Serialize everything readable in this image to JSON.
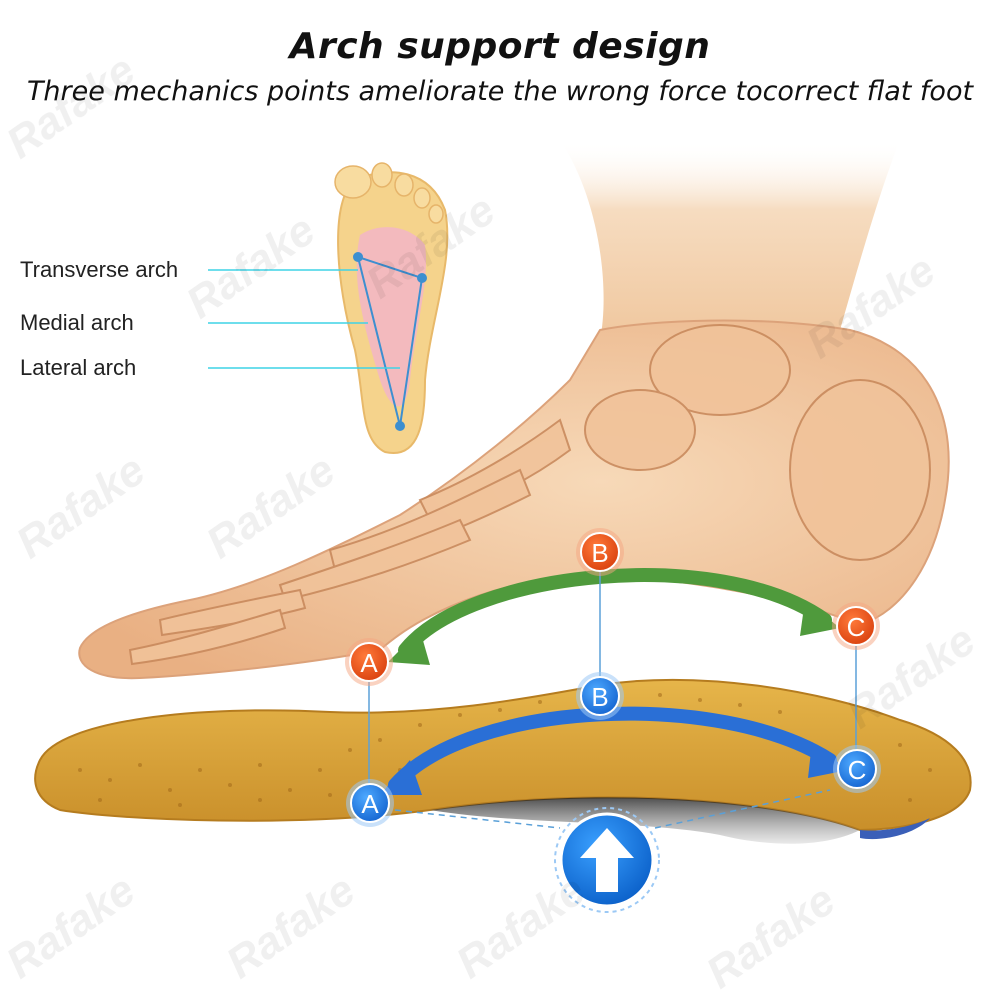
{
  "header": {
    "title": "Arch support design",
    "subtitle": "Three mechanics points ameliorate the wrong force tocorrect flat foot"
  },
  "arch_labels": {
    "transverse": "Transverse arch",
    "medial": "Medial arch",
    "lateral": "Lateral arch"
  },
  "points": {
    "a": "A",
    "b": "B",
    "c": "C"
  },
  "watermark": "Rafake",
  "colors": {
    "point_orange": "#e8501f",
    "point_blue": "#1e7fe0",
    "arrow_green": "#4f9a3c",
    "arrow_blue": "#2a6fd6",
    "guide_cyan": "#3fd3e6",
    "insole": "#d9a43a",
    "skin": "#f3c9a0"
  },
  "icons": {
    "support": "up-arrow-icon"
  }
}
